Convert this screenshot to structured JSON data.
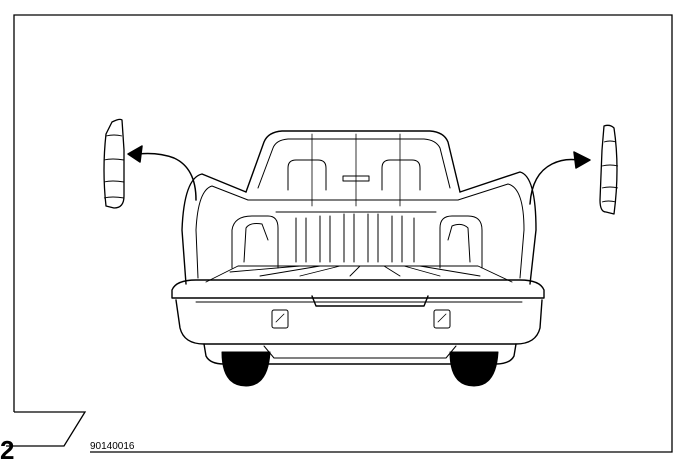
{
  "figure": {
    "step_number": "2",
    "part_code": "90140016"
  },
  "icons": {
    "truck": "pickup-truck-rear-illustration",
    "cover_left": "bed-rail-cap-icon",
    "cover_right": "bed-rail-cap-icon",
    "arrow": "removal-arrow-icon"
  },
  "colors": {
    "line": "#000000",
    "background": "#ffffff",
    "tire": "#000000"
  }
}
